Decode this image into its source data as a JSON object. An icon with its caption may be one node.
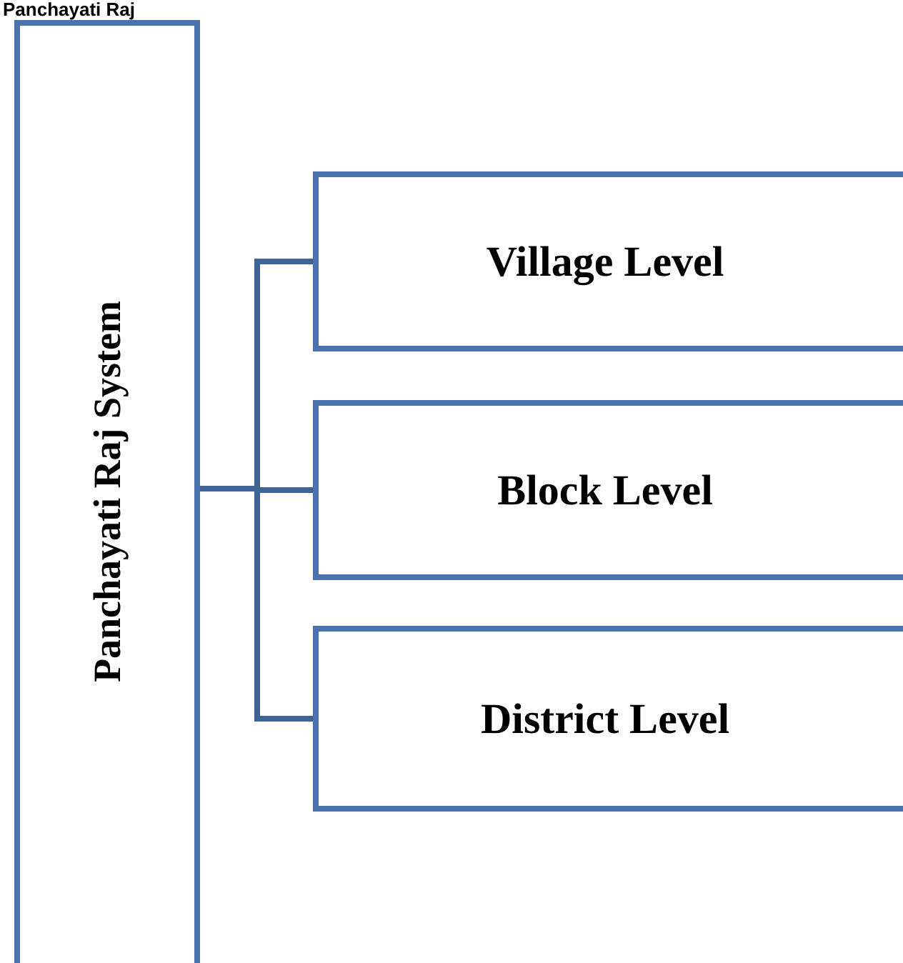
{
  "diagram": {
    "title": "Panchayati Raj",
    "nodes": [
      {
        "text": [
          "Panchayati Raj System"
        ]
      },
      {
        "text": [
          "Village Level"
        ]
      },
      {
        "text": [
          "Block Level"
        ]
      },
      {
        "text": [
          "District Level"
        ]
      }
    ],
    "edges": [
      {
        "from": 0,
        "to": 1,
        "arrow": "none"
      },
      {
        "from": 0,
        "to": 2,
        "arrow": "none"
      },
      {
        "from": 0,
        "to": 3,
        "arrow": "none"
      }
    ]
  }
}
